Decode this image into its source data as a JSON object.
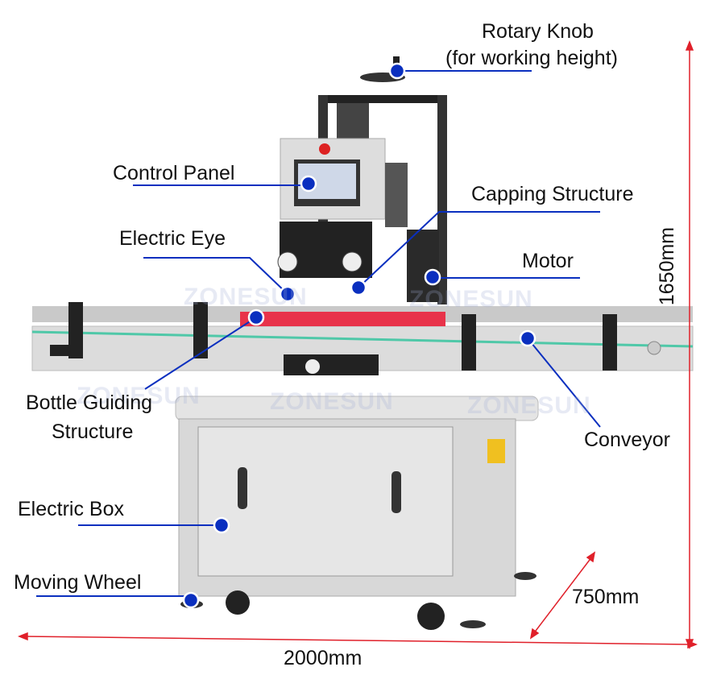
{
  "labels": {
    "rotary_knob_1": "Rotary Knob",
    "rotary_knob_2": "(for working height)",
    "control_panel": "Control Panel",
    "capping_structure": "Capping Structure",
    "electric_eye": "Electric Eye",
    "motor": "Motor",
    "bottle_guiding_1": "Bottle Guiding",
    "bottle_guiding_2": "Structure",
    "conveyor": "Conveyor",
    "electric_box": "Electric Box",
    "moving_wheel": "Moving Wheel"
  },
  "dimensions": {
    "height": "1650mm",
    "width": "2000mm",
    "depth": "750mm"
  },
  "watermark": "ZONESUN",
  "colors": {
    "accent": "#0a2fbf",
    "arrow": "#e0202a",
    "belt": "#e8334a"
  }
}
